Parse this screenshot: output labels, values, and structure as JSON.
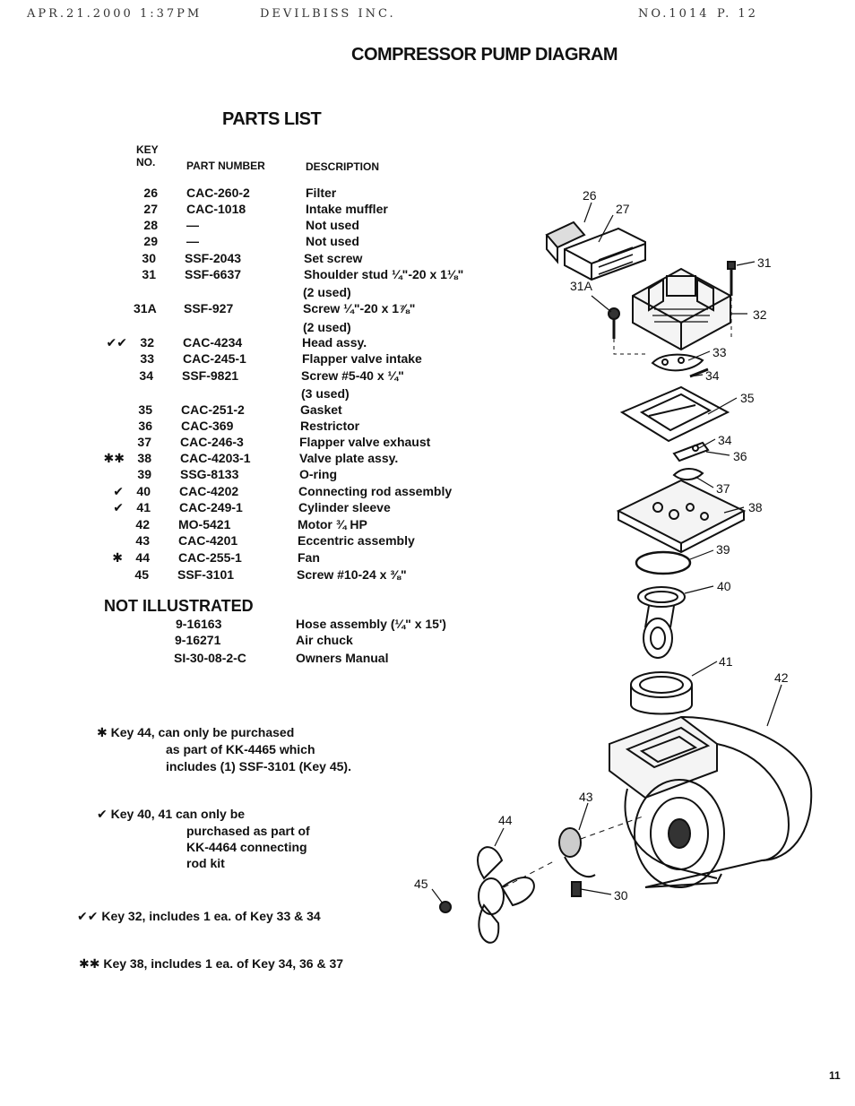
{
  "fax_header": {
    "left": "APR.21.2000  1:37PM",
    "middle": "DEVILBISS INC.",
    "right_no": "NO.1014",
    "right_page": "P. 12"
  },
  "title": "COMPRESSOR PUMP DIAGRAM",
  "parts_list": {
    "heading": "PARTS LIST",
    "col_key_line1": "KEY",
    "col_key_line2": "NO.",
    "col_part": "PART NUMBER",
    "col_desc": "DESCRIPTION",
    "rows": [
      {
        "mark": "",
        "key": "26",
        "part": "CAC-260-2",
        "desc": "Filter"
      },
      {
        "mark": "",
        "key": "27",
        "part": "CAC-1018",
        "desc": "Intake muffler"
      },
      {
        "mark": "",
        "key": "28",
        "part": "—",
        "desc": "Not used"
      },
      {
        "mark": "",
        "key": "29",
        "part": "—",
        "desc": "Not used"
      },
      {
        "mark": "",
        "key": "30",
        "part": "SSF-2043",
        "desc": "Set screw"
      },
      {
        "mark": "",
        "key": "31",
        "part": "SSF-6637",
        "desc": "Shoulder stud ¼\"-20 x 1⅛\""
      },
      {
        "mark": "",
        "key": "",
        "part": "",
        "desc": "(2 used)"
      },
      {
        "mark": "",
        "key": "31A",
        "part": "SSF-927",
        "desc": "Screw ¼\"-20 x 1⅞\""
      },
      {
        "mark": "",
        "key": "",
        "part": "",
        "desc": "(2 used)"
      },
      {
        "mark": "✔✔",
        "key": "32",
        "part": "CAC-4234",
        "desc": "Head assy."
      },
      {
        "mark": "",
        "key": "33",
        "part": "CAC-245-1",
        "desc": "Flapper valve intake"
      },
      {
        "mark": "",
        "key": "34",
        "part": "SSF-9821",
        "desc": "Screw #5-40 x ¼\""
      },
      {
        "mark": "",
        "key": "",
        "part": "",
        "desc": "(3 used)"
      },
      {
        "mark": "",
        "key": "35",
        "part": "CAC-251-2",
        "desc": "Gasket"
      },
      {
        "mark": "",
        "key": "36",
        "part": "CAC-369",
        "desc": "Restrictor"
      },
      {
        "mark": "",
        "key": "37",
        "part": "CAC-246-3",
        "desc": "Flapper valve exhaust"
      },
      {
        "mark": "✱✱",
        "key": "38",
        "part": "CAC-4203-1",
        "desc": "Valve plate assy."
      },
      {
        "mark": "",
        "key": "39",
        "part": "SSG-8133",
        "desc": "O-ring"
      },
      {
        "mark": "✔",
        "key": "40",
        "part": "CAC-4202",
        "desc": "Connecting rod assembly"
      },
      {
        "mark": "✔",
        "key": "41",
        "part": "CAC-249-1",
        "desc": "Cylinder sleeve"
      },
      {
        "mark": "",
        "key": "42",
        "part": "MO-5421",
        "desc": "Motor ¾ HP"
      },
      {
        "mark": "",
        "key": "43",
        "part": "CAC-4201",
        "desc": "Eccentric assembly"
      },
      {
        "mark": "✱",
        "key": "44",
        "part": "CAC-255-1",
        "desc": "Fan"
      },
      {
        "mark": "",
        "key": "45",
        "part": "SSF-3101",
        "desc": "Screw #10-24 x ⅜\""
      }
    ]
  },
  "not_illustrated": {
    "heading": "NOT ILLUSTRATED",
    "rows": [
      {
        "part": "9-16163",
        "desc": "Hose assembly (¼\" x 15')"
      },
      {
        "part": "9-16271",
        "desc": "Air chuck"
      },
      {
        "part": "SI-30-08-2-C",
        "desc": "Owners Manual"
      }
    ]
  },
  "notes": {
    "n1_line1": "✱ Key 44, can only be purchased",
    "n1_line2": "as part of KK-4465 which",
    "n1_line3": "includes (1) SSF-3101 (Key 45).",
    "n2_line1": "✔ Key 40, 41 can only be",
    "n2_line2": "purchased as part of",
    "n2_line3": "KK-4464 connecting",
    "n2_line4": "rod kit",
    "n3": "✔✔ Key 32, includes 1 ea. of Key 33 & 34",
    "n4": "✱✱ Key 38, includes 1 ea. of Key 34, 36 & 37"
  },
  "diagram_labels": {
    "k26": "26",
    "k27": "27",
    "k31": "31",
    "k31a": "31A",
    "k32": "32",
    "k33": "33",
    "k34a": "34",
    "k35": "35",
    "k34b": "34",
    "k36": "36",
    "k37": "37",
    "k38": "38",
    "k39": "39",
    "k40": "40",
    "k41": "41",
    "k42": "42",
    "k43": "43",
    "k44": "44",
    "k45": "45",
    "k30": "30"
  },
  "page_number": "11"
}
